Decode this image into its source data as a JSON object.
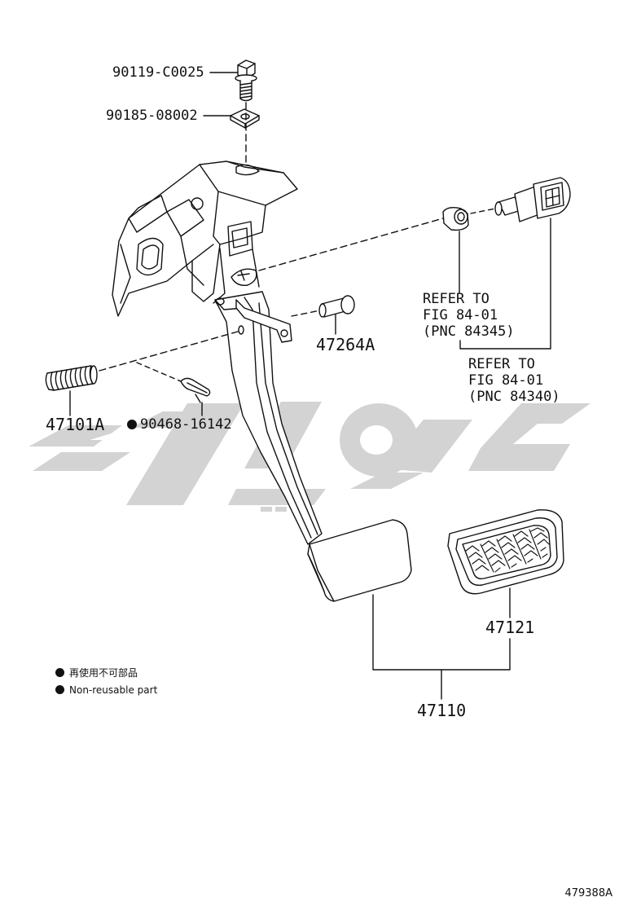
{
  "parts": {
    "bolt": "90119-C0025",
    "nut": "90185-08002",
    "pin": "47264A",
    "spring": "47101A",
    "clip": "90468-16142",
    "pedal_assy": "47110",
    "pad": "47121"
  },
  "refer_1": {
    "line1": "REFER TO",
    "line2": "FIG 84-01",
    "line3": "(PNC 84345)"
  },
  "refer_2": {
    "line1": "REFER TO",
    "line2": "FIG 84-01",
    "line3": "(PNC 84340)"
  },
  "legend": {
    "jp": "再使用不可部品",
    "en": "Non-reusable part"
  },
  "figure_number": "479388A",
  "colors": {
    "line": "#111111",
    "watermark": "#d3d3d3"
  }
}
